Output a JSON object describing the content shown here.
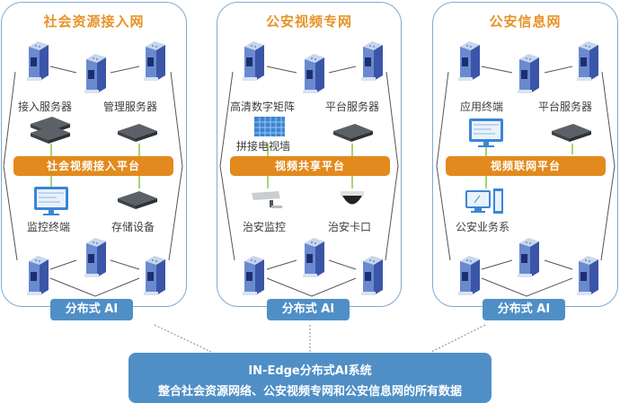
{
  "panels": [
    {
      "title": "社会资源接入网",
      "labels": [
        "接入服务器",
        "管理服务器",
        "监控终端",
        "存储设备"
      ],
      "platform": "社会视频接入平台",
      "badge": "分布式 AI"
    },
    {
      "title": "公安视频专网",
      "labels": [
        "高清数字矩阵",
        "平台服务器",
        "拼接电视墙",
        "治安监控",
        "治安卡口"
      ],
      "platform": "视频共享平台",
      "badge": "分布式 AI"
    },
    {
      "title": "公安信息网",
      "labels": [
        "应用终端",
        "平台服务器",
        "公安业务系"
      ],
      "platform": "视频联网平台",
      "badge": "分布式 AI"
    }
  ],
  "bottom": {
    "line1": "IN-Edge分布式AI系统",
    "line2": "整合社会资源网络、公安视频专网和公安信息网的所有数据"
  },
  "colors": {
    "title_orange": "#e8922a",
    "platform_orange": "#e28a1d",
    "badge_blue": "#4f8fc6",
    "panel_border": "#7fa9d3"
  }
}
